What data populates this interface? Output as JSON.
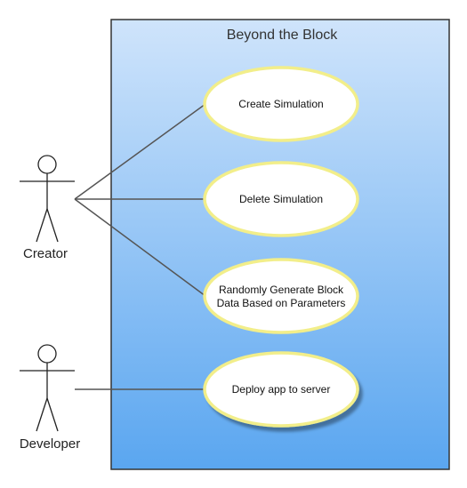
{
  "system": {
    "title": "Beyond the Block"
  },
  "actors": [
    {
      "id": "creator",
      "label": "Creator"
    },
    {
      "id": "developer",
      "label": "Developer"
    }
  ],
  "use_cases": [
    {
      "id": "create",
      "lines": [
        "Create Simulation"
      ]
    },
    {
      "id": "delete",
      "lines": [
        "Delete Simulation"
      ]
    },
    {
      "id": "generate",
      "lines": [
        "Randomly Generate Block",
        "Data Based on Parameters"
      ]
    },
    {
      "id": "deploy",
      "lines": [
        "Deploy app to server"
      ]
    }
  ],
  "associations": [
    {
      "from": "creator",
      "to": "create"
    },
    {
      "from": "creator",
      "to": "delete"
    },
    {
      "from": "creator",
      "to": "generate"
    },
    {
      "from": "developer",
      "to": "deploy"
    }
  ],
  "colors": {
    "boundary_top": "#cfe4fb",
    "boundary_bottom": "#5aa6f0",
    "boundary_stroke": "#333333",
    "usecase_fill": "#ffffff",
    "usecase_stroke": "#f2ee8a",
    "line": "#555555"
  }
}
